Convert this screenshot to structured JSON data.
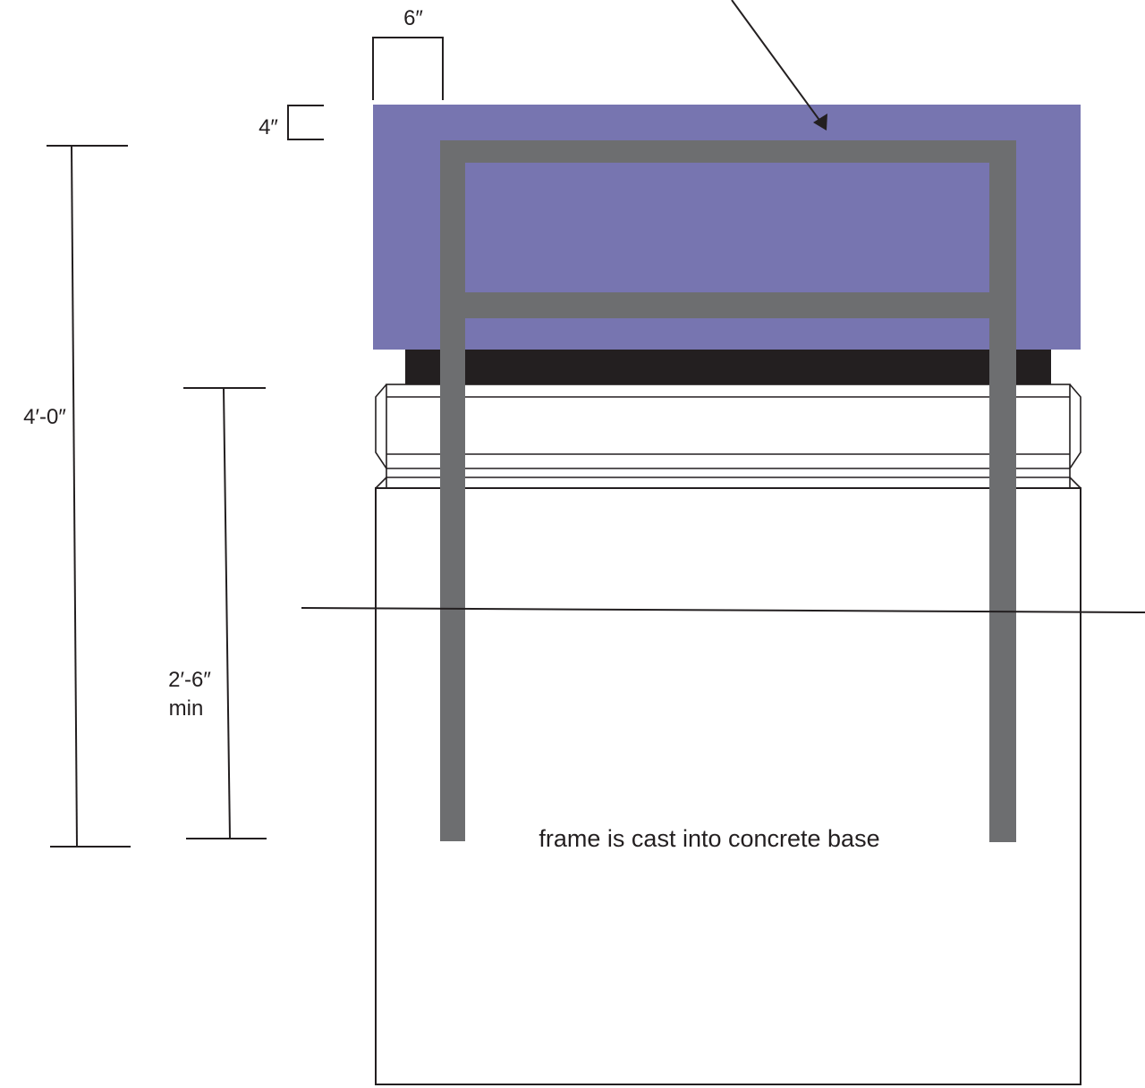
{
  "labels": {
    "dim_width_top": "6″",
    "dim_top_thickness": "4″",
    "dim_total_height": "4′-0″",
    "dim_embed_depth_line1": "2′-6″",
    "dim_embed_depth_line2": "min",
    "note_frame": "frame is cast into concrete base"
  },
  "colors": {
    "seat_top": "#7775b0",
    "frame": "#6d6e70",
    "seat_base_band": "#231f20",
    "line": "#231f20",
    "background": "#ffffff"
  }
}
